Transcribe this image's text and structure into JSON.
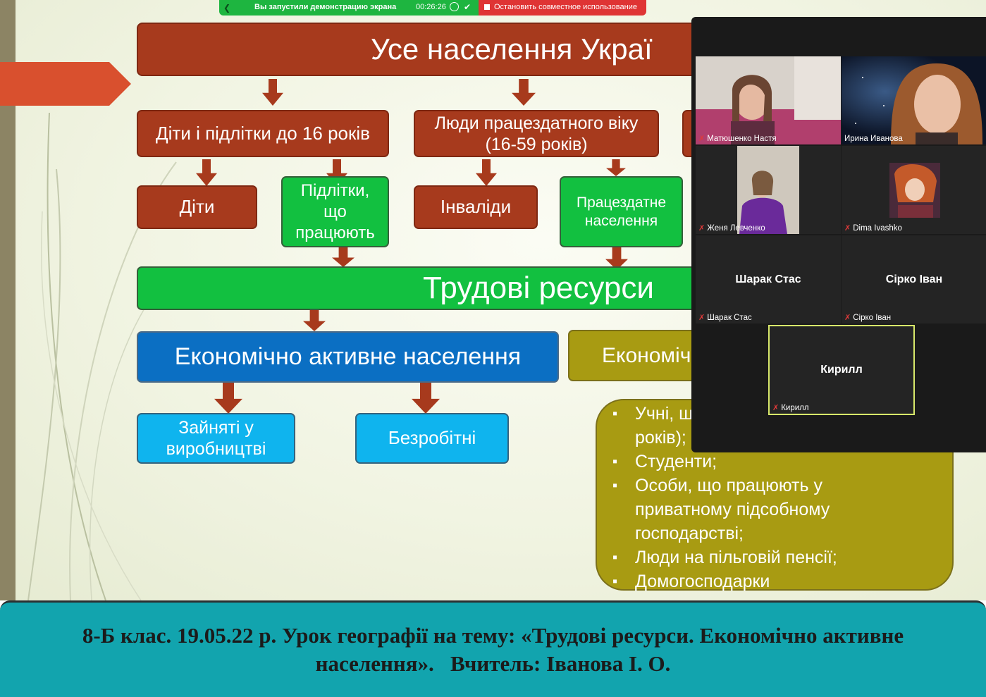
{
  "screen_share": {
    "status_text": "Вы запустили демонстрацию экрана",
    "timer": "00:26:26",
    "stop_button": "Остановить совместное использование"
  },
  "slide": {
    "title": "Усе населення Украї",
    "children": "Діти і підлітки до 16 років",
    "working_age_line1": "Люди працездатного віку",
    "working_age_line2": "(16-59 років)",
    "kids": "Діти",
    "teens_working_line1": "Підлітки,",
    "teens_working_line2": "що",
    "teens_working_line3": "працюють",
    "disabled": "Інваліди",
    "able_bodied_line1": "Працездатне",
    "able_bodied_line2": "населення",
    "labor_resources": "Трудові ресурси",
    "econ_active": "Економічно активне населення",
    "econ_inactive": "Економічн",
    "employed_line1": "Зайняті у",
    "employed_line2": "виробництві",
    "unemployed": "Безробітні",
    "inactive_list": [
      "Учні, ш",
      "років);",
      "Студенти;",
      "Особи, що працюють у",
      "приватному підсобному",
      "господарстві;",
      "Люди на пільговій пенсії;",
      "Домогосподарки"
    ]
  },
  "participants": [
    {
      "name": "Матюшенко Настя",
      "type": "video"
    },
    {
      "name": "Ирина Иванова",
      "type": "video"
    },
    {
      "name": "Женя Левченко",
      "type": "video"
    },
    {
      "name": "Dima Ivashko",
      "type": "avatar"
    },
    {
      "name": "Шарак Стас",
      "display": "Шарак Стас"
    },
    {
      "name": "Сірко Іван",
      "display": "Сірко Іван"
    },
    {
      "name": "Кирилл",
      "display": "Кирилл"
    }
  ],
  "caption": {
    "line1": "8-Б клас. 19.05.22 р. Урок географії на тему: «Трудові ресурси. Економічно активне",
    "line2": "населення».   Вчитель: Іванова І. О."
  },
  "colors": {
    "red": "#a73a1d",
    "green": "#12c040",
    "blue": "#0b6fc3",
    "cyan": "#0fb4ee",
    "olive": "#a89b12",
    "caption_bg": "#12a4ae"
  }
}
